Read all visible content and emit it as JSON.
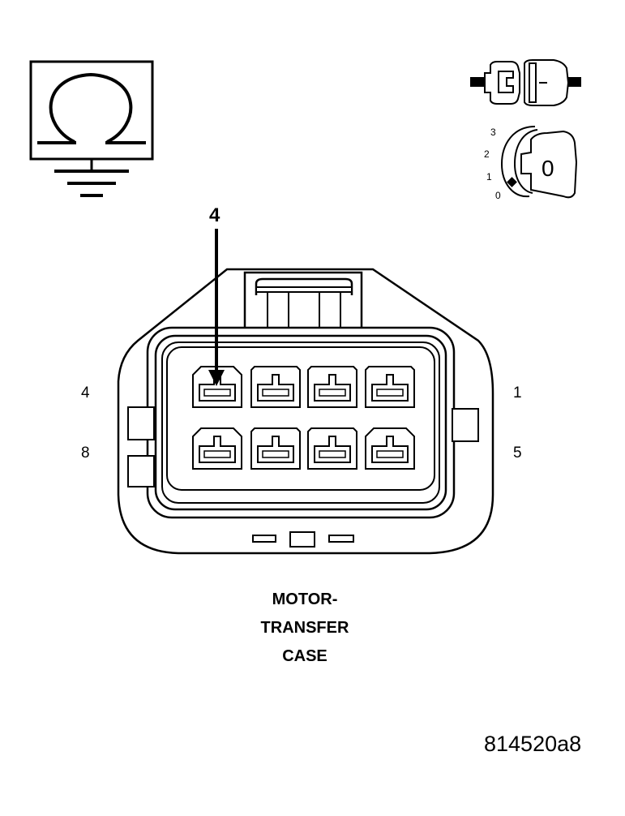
{
  "figure_code": "814520a8",
  "connector": {
    "title_lines": [
      "MOTOR-",
      "TRANSFER",
      "CASE"
    ],
    "callout": "4",
    "row_labels": {
      "top_left": "4",
      "top_right": "1",
      "bottom_left": "8",
      "bottom_right": "5"
    }
  },
  "ignition_switch": {
    "positions": [
      "0",
      "1",
      "2",
      "3"
    ],
    "key_position": "0"
  },
  "icons": {
    "ohmmeter": "ohm-meter-ground-icon",
    "unplugged_connector": "disconnected-connector-icon",
    "ignition": "ignition-key-off-icon"
  },
  "colors": {
    "line": "#000000",
    "background": "#ffffff"
  }
}
